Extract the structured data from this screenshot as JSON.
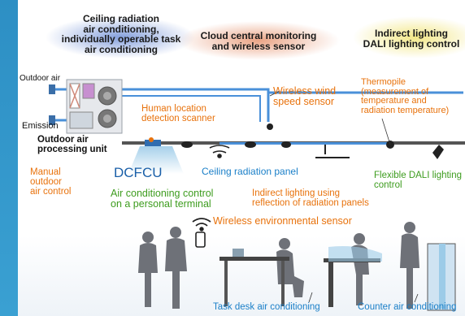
{
  "headers": {
    "ceiling": "Ceiling radiation\nair conditioning,\nindividually operable task\nair conditioning",
    "cloud": "Cloud central monitoring\nand wireless sensor",
    "lighting": "Indirect lighting\nDALI lighting control"
  },
  "labels": {
    "outdoor_air": "Outdoor air",
    "emission": "Emission",
    "oapu": "Outdoor air\nprocessing unit",
    "manual": "Manual\noutdoor\nair control",
    "dcfcu": "DCFCU",
    "human": "Human location\ndetection scanner",
    "wind": "Wireless wind\nspeed sensor",
    "thermopile": "Thermopile\n(measurement of\ntemperature and\nradiation temperature)",
    "panel": "Ceiling radiation panel",
    "dali": "Flexible DALI lighting\ncontrol",
    "indirect": "Indirect lighting using\nreflection of radiation panels",
    "personal": "Air conditioning control\non a personal terminal",
    "env_sensor": "Wireless environmental sensor",
    "task_desk": "Task desk air conditioning",
    "counter": "Counter air conditioning"
  },
  "colors": {
    "duct": "#4a90d9",
    "header_ceiling_glow": "#6f8fd6",
    "header_cloud_glow": "#e89a78",
    "header_lighting_glow": "#f0e48a",
    "orange_text": "#e8720c",
    "green_text": "#3d9c1e",
    "blue_text": "#1a7fc8",
    "left_stripe": "#2d8fc4"
  },
  "icons": [
    "wifi-icon",
    "phone-icon",
    "light-fixture-icon",
    "person-icon",
    "sensor-dot-icon"
  ]
}
